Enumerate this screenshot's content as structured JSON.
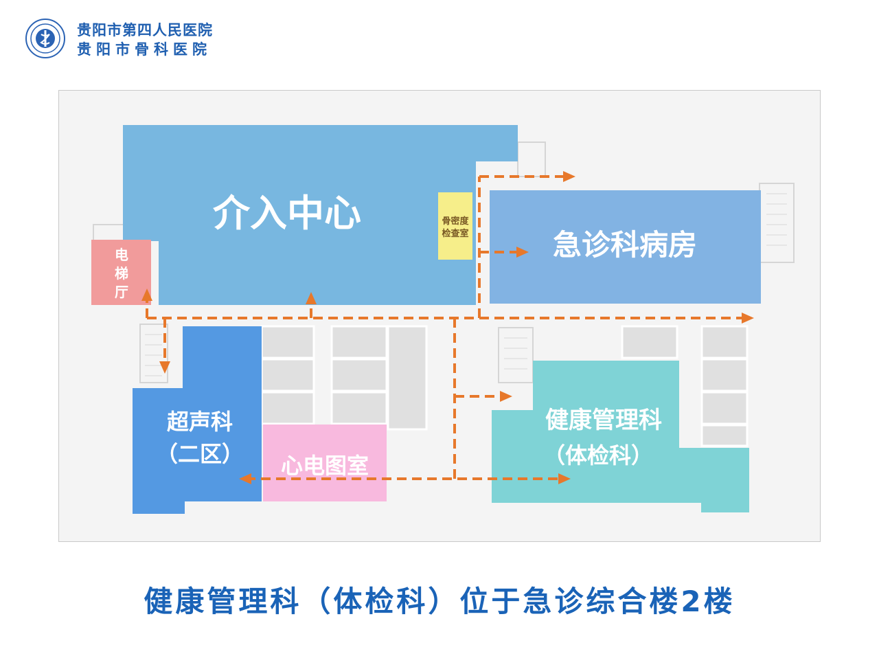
{
  "header": {
    "hospital_name_1": "贵阳市第四人民医院",
    "hospital_name_2": "贵阳市骨科医院",
    "logo_icon": "hospital-logo-icon"
  },
  "map": {
    "rooms": {
      "intervention_center": "介入中心",
      "bone_density": [
        "骨密度",
        "检查室"
      ],
      "emergency_ward": "急诊科病房",
      "elevator_hall": [
        "电",
        "梯",
        "厅"
      ],
      "ultrasound": [
        "超声科",
        "（二区）"
      ],
      "ecg": "心电图室",
      "health_management": [
        "健康管理科",
        "（体检科）"
      ]
    },
    "colors": {
      "intervention": "#78b7e0",
      "emergency": "#82b3e3",
      "bone_density": "#f6ee8a",
      "elevator": "#f19b9b",
      "ultrasound": "#5499e2",
      "ecg": "#f8b9de",
      "health": "#7fd3d6",
      "route": "#e7782b",
      "corridor_room": "#dcdcdc"
    }
  },
  "caption": "健康管理科（体检科）位于急诊综合楼2楼"
}
